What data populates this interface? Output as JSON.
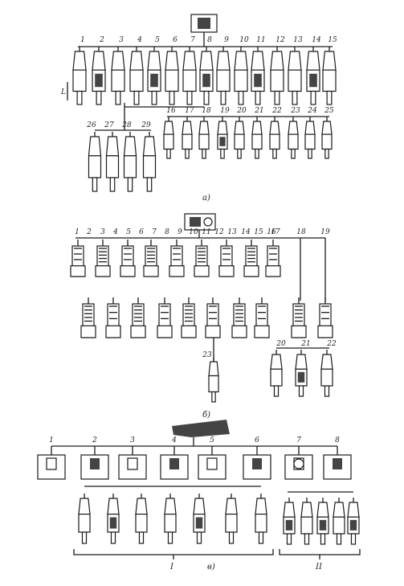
{
  "diagrams": [
    {
      "caption": "а)",
      "top_numbers": [
        "1",
        "2",
        "3",
        "4",
        "5",
        "6",
        "7",
        "8",
        "9",
        "10",
        "11",
        "12",
        "13",
        "14",
        "15"
      ],
      "middle_numbers": [
        "16",
        "17",
        "18",
        "19",
        "20",
        "21",
        "22",
        "23",
        "24",
        "25"
      ],
      "left_numbers": [
        "26",
        "27",
        "28",
        "29"
      ],
      "dimension_label": "L"
    },
    {
      "caption": "б)",
      "top_numbers": [
        "1",
        "2",
        "3",
        "4",
        "5",
        "6",
        "7",
        "8",
        "9",
        "10",
        "11",
        "12",
        "13",
        "14",
        "15",
        "16",
        "17",
        "18",
        "19"
      ],
      "extra_numbers": [
        "20",
        "21",
        "22",
        "23"
      ]
    },
    {
      "caption": "в)",
      "top_numbers": [
        "1",
        "2",
        "3",
        "4",
        "5",
        "6",
        "7",
        "8"
      ],
      "group_labels": [
        "I",
        "II"
      ]
    }
  ]
}
